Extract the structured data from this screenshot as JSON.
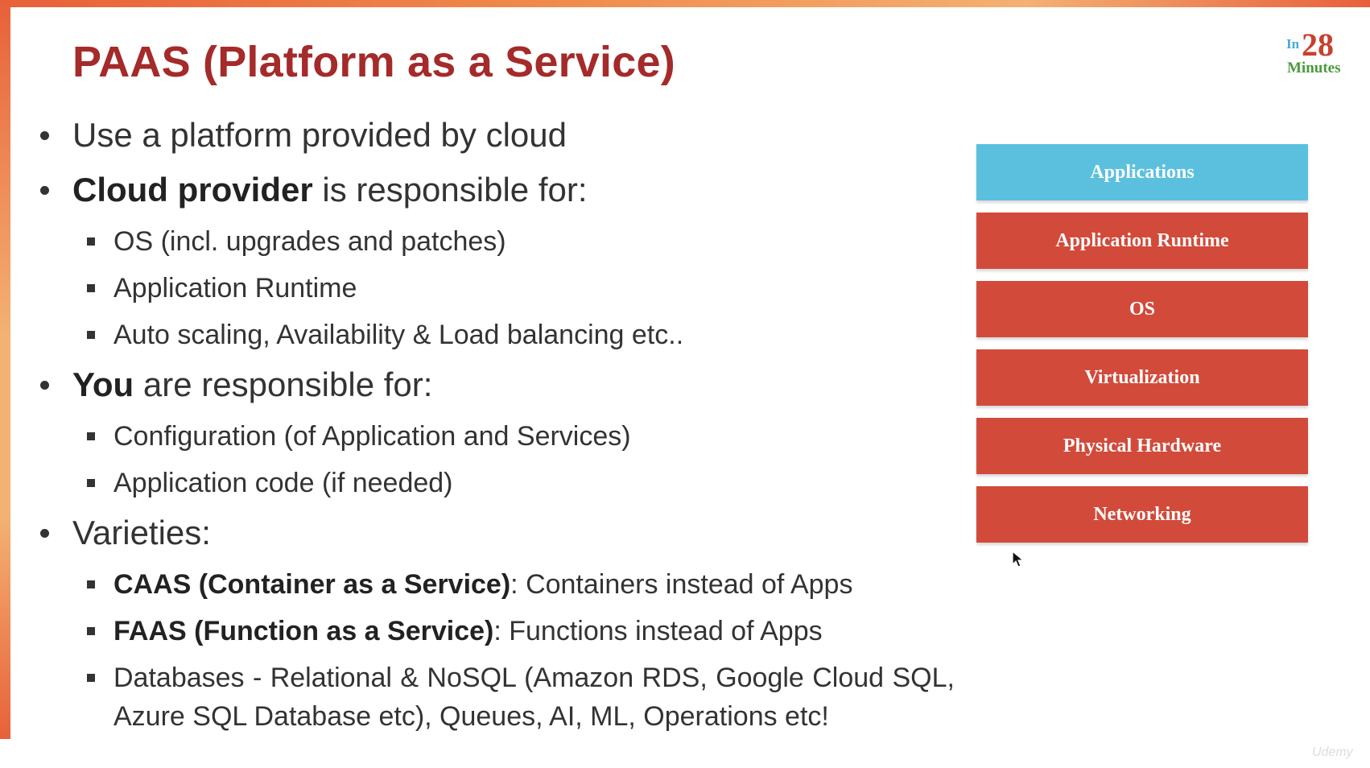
{
  "title": "PAAS (Platform as a Service)",
  "logo": {
    "in": "In",
    "number": "28",
    "minutes": "Minutes"
  },
  "bullets": [
    {
      "text": "Use a platform provided by cloud"
    },
    {
      "bold": "Cloud provider",
      "text": " is responsible for:",
      "subs": [
        "OS (incl. upgrades and patches)",
        "Application Runtime",
        "Auto scaling, Availability & Load balancing etc.."
      ]
    },
    {
      "bold": "You",
      "text": " are responsible for:",
      "subs": [
        "Configuration (of Application and Services)",
        "Application code (if needed)"
      ]
    },
    {
      "text": "Varieties:",
      "subs": [
        {
          "bold": "CAAS (Container as a Service)",
          "text": ": Containers instead of Apps"
        },
        {
          "bold": "FAAS (Function as a Service)",
          "text": ": Functions instead of Apps"
        },
        {
          "text": "Databases - Relational & NoSQL (Amazon RDS, Google Cloud SQL, Azure SQL Database etc), Queues, AI, ML, Operations etc!"
        }
      ]
    }
  ],
  "stack": {
    "layers": [
      {
        "label": "Applications",
        "color": "#5bc0de"
      },
      {
        "label": "Application Runtime",
        "color": "#d24a3a"
      },
      {
        "label": "OS",
        "color": "#d24a3a"
      },
      {
        "label": "Virtualization",
        "color": "#d24a3a"
      },
      {
        "label": "Physical Hardware",
        "color": "#d24a3a"
      },
      {
        "label": "Networking",
        "color": "#d24a3a"
      }
    ]
  },
  "watermark": "Udemy"
}
